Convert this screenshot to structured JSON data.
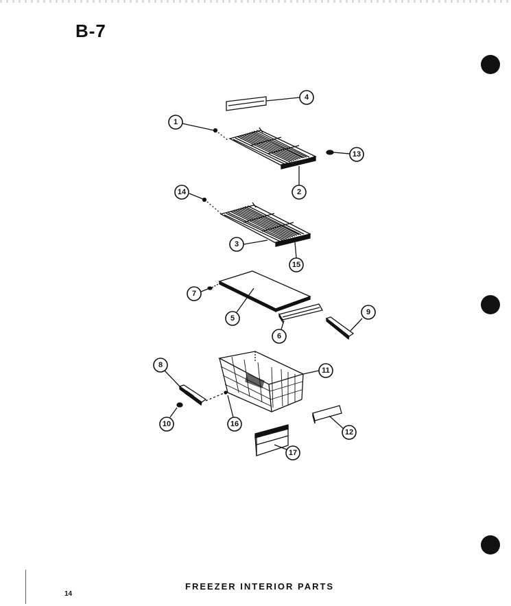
{
  "page": {
    "code": "B-7",
    "title": "FREEZER  INTERIOR  PARTS",
    "number": "14"
  },
  "callouts": [
    "1",
    "2",
    "3",
    "4",
    "5",
    "6",
    "7",
    "8",
    "9",
    "10",
    "11",
    "12",
    "13",
    "14",
    "15",
    "16",
    "17"
  ],
  "colors": {
    "ink": "#111111",
    "paper": "#ffffff"
  }
}
